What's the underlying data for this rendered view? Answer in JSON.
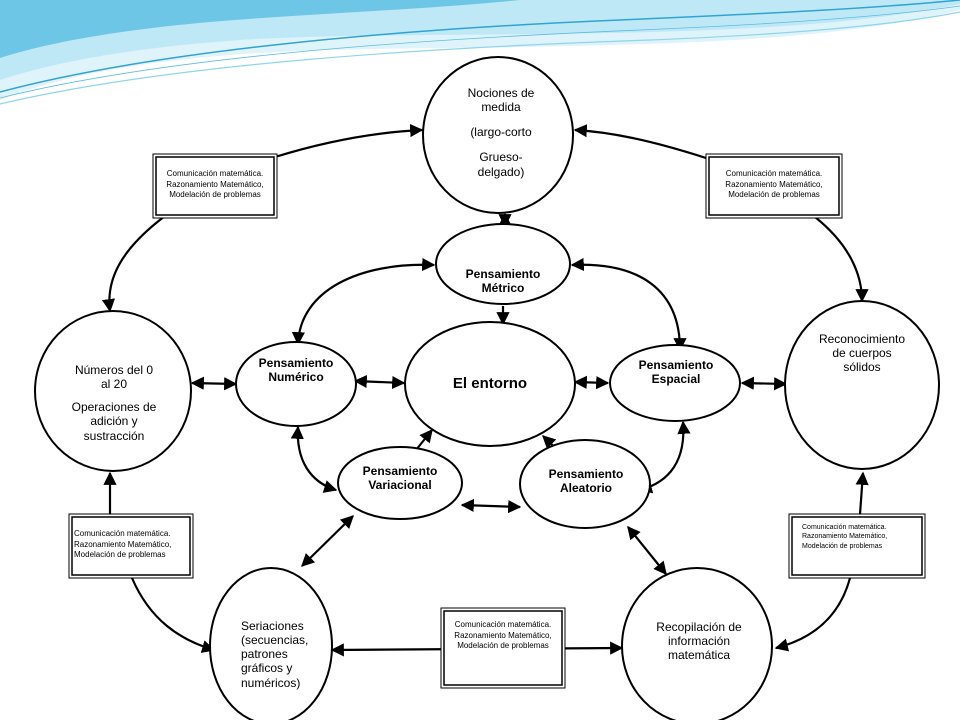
{
  "diagram": {
    "center": {
      "lines": [
        "El entorno"
      ]
    },
    "metrico": {
      "lines": [
        "Pensamiento",
        "Métrico"
      ]
    },
    "numerico": {
      "lines": [
        "Pensamiento",
        "Numérico"
      ]
    },
    "espacial": {
      "lines": [
        "Pensamiento",
        "Espacial"
      ]
    },
    "variacional": {
      "lines": [
        "Pensamiento",
        "Variacional"
      ]
    },
    "aleatorio": {
      "lines": [
        "Pensamiento",
        "Aleatorio"
      ]
    },
    "nociones": {
      "lines": [
        "Nociones de",
        "medida",
        "(largo-corto",
        "Grueso-",
        "delgado)"
      ]
    },
    "numeros": {
      "lines": [
        "Números del 0",
        "al 20",
        "Operaciones de",
        "adición y",
        "sustracción"
      ]
    },
    "reconocimiento": {
      "lines": [
        "Reconocimiento",
        "de cuerpos",
        "sólidos"
      ]
    },
    "seriaciones": {
      "lines": [
        "Seriaciones",
        "(secuencias,",
        "patrones",
        "gráficos y",
        "numéricos)"
      ]
    },
    "recopilacion": {
      "lines": [
        "Recopilación de",
        "información",
        "matemática"
      ]
    },
    "competencias": {
      "lines": [
        "Comunicación matemática.",
        "Razonamiento Matemático,",
        "Modelación de problemas"
      ]
    }
  },
  "colors": {
    "stroke": "#000000",
    "fill": "#ffffff",
    "swoosh_light": "#bfe8f6",
    "swoosh_mid": "#6ec6e6",
    "swoosh_dark": "#2fa3d4"
  }
}
